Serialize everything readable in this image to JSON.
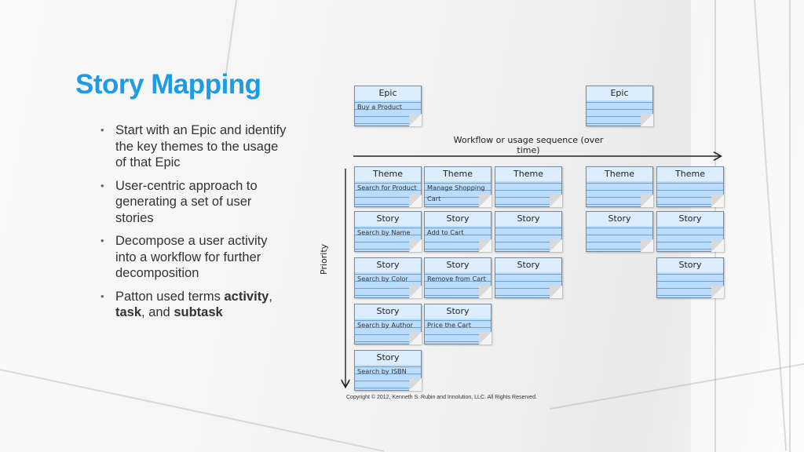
{
  "slide": {
    "title": "Story Mapping",
    "bullets": [
      {
        "parts": [
          "Start with an Epic and identify the key themes to the usage of that Epic"
        ]
      },
      {
        "parts": [
          "User-centric approach to generating a set of user stories"
        ]
      },
      {
        "parts": [
          "Decompose a user activity into a workflow for further decomposition"
        ]
      },
      {
        "parts": [
          "Patton used terms ",
          "activity",
          ", ",
          "task",
          ", and ",
          "subtask"
        ],
        "bold": [
          1,
          3,
          5
        ]
      }
    ],
    "colors": {
      "title": "#1c9be6",
      "card_fill": "#bcdcfb",
      "card_header": "#dcedfd",
      "card_line": "#6f9fcc"
    }
  },
  "diagram": {
    "workflow_label": "Workflow or usage sequence (over time)",
    "priority_label": "Priority",
    "copyright": "Copyright © 2012, Kenneth S. Rubin and Innolution, LLC. All Rights Reserved.",
    "cards": [
      {
        "title": "Epic",
        "desc": "Buy a Product"
      },
      {
        "title": "Epic",
        "desc": ""
      },
      {
        "title": "Theme",
        "desc": "Search for Product"
      },
      {
        "title": "Theme",
        "desc": "Manage Shopping\nCart"
      },
      {
        "title": "Theme",
        "desc": ""
      },
      {
        "title": "Theme",
        "desc": ""
      },
      {
        "title": "Theme",
        "desc": ""
      },
      {
        "title": "Story",
        "desc": "Search by Name"
      },
      {
        "title": "Story",
        "desc": "Add to Cart"
      },
      {
        "title": "Story",
        "desc": ""
      },
      {
        "title": "Story",
        "desc": ""
      },
      {
        "title": "Story",
        "desc": ""
      },
      {
        "title": "Story",
        "desc": "Search by Color"
      },
      {
        "title": "Story",
        "desc": "Remove from Cart"
      },
      {
        "title": "Story",
        "desc": ""
      },
      {
        "title": "Story",
        "desc": ""
      },
      {
        "title": "Story",
        "desc": "Search by Author"
      },
      {
        "title": "Story",
        "desc": "Price the Cart"
      },
      {
        "title": "Story",
        "desc": "Search by ISBN"
      }
    ]
  }
}
